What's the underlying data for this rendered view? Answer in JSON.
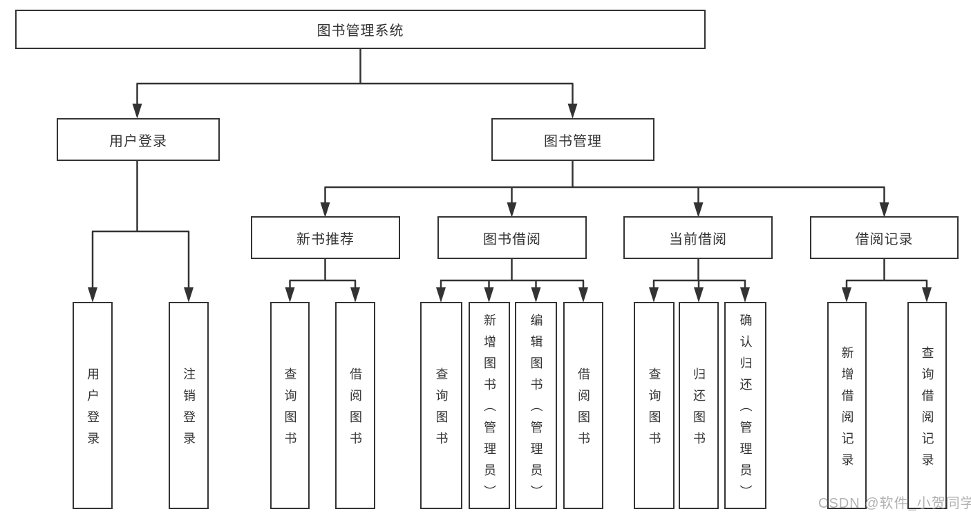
{
  "diagram": {
    "tree": {
      "root": {
        "label": "图书管理系统"
      },
      "children": [
        {
          "label": "用户登录",
          "children": [
            {
              "label": "用户登录"
            },
            {
              "label": "注销登录"
            }
          ]
        },
        {
          "label": "图书管理",
          "children": [
            {
              "label": "新书推荐",
              "children": [
                {
                  "label": "查询图书"
                },
                {
                  "label": "借阅图书"
                }
              ]
            },
            {
              "label": "图书借阅",
              "children": [
                {
                  "label": "查询图书"
                },
                {
                  "label": "新增图书（管理员）"
                },
                {
                  "label": "编辑图书（管理员）"
                },
                {
                  "label": "借阅图书"
                }
              ]
            },
            {
              "label": "当前借阅",
              "children": [
                {
                  "label": "查询图书"
                },
                {
                  "label": "归还图书"
                },
                {
                  "label": "确认归还（管理员）"
                }
              ]
            },
            {
              "label": "借阅记录",
              "children": [
                {
                  "label": "新增借阅记录"
                },
                {
                  "label": "查询借阅记录"
                }
              ]
            }
          ]
        }
      ]
    },
    "colors": {
      "line": "#333333",
      "box_border": "#333333",
      "box_fill": "#ffffff",
      "text": "#333333",
      "watermark": "#a5a5a5",
      "background": "#ffffff"
    }
  },
  "watermark": {
    "text": "CSDN @软件_小贺同学"
  }
}
